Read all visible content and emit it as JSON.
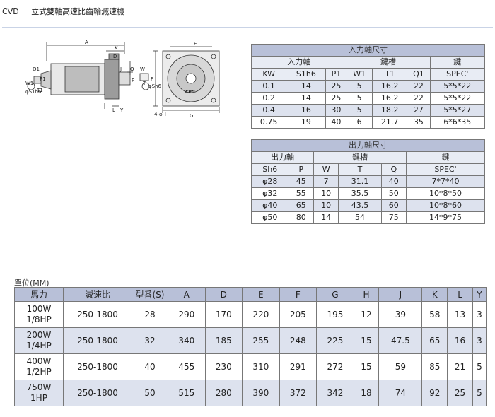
{
  "page": {
    "title_code": "CVD",
    "title_text": "立式雙軸高速比齒輪減速機"
  },
  "drawing_labels": {
    "A": "A",
    "K": "K",
    "L": "L",
    "Y": "Y",
    "D": "D",
    "J": "J",
    "Q": "Q",
    "P": "P",
    "W": "W",
    "S": "φSh6",
    "W1": "W1",
    "Q1": "Q1",
    "P1": "P1",
    "S1": "φS1h6",
    "T": "T",
    "T1": "T1",
    "E": "E",
    "F": "F",
    "G": "G",
    "H": "4-φH",
    "logo": "CPG"
  },
  "input_table": {
    "title": "入力軸尺寸",
    "group_headers": [
      "入力軸",
      "鍵槽",
      "鍵"
    ],
    "columns": [
      "KW",
      "S1h6",
      "P1",
      "W1",
      "T1",
      "Q1",
      "SPEC'"
    ],
    "rows": [
      [
        "0.1",
        "14",
        "25",
        "5",
        "16.2",
        "22",
        "5*5*22"
      ],
      [
        "0.2",
        "14",
        "25",
        "5",
        "16.2",
        "22",
        "5*5*22"
      ],
      [
        "0.4",
        "16",
        "30",
        "5",
        "18.2",
        "27",
        "5*5*27"
      ],
      [
        "0.75",
        "19",
        "40",
        "6",
        "21.7",
        "35",
        "6*6*35"
      ]
    ]
  },
  "output_table": {
    "title": "出力軸尺寸",
    "group_headers": [
      "出力軸",
      "鍵槽",
      "鍵"
    ],
    "columns": [
      "Sh6",
      "P",
      "W",
      "T",
      "Q",
      "SPEC'"
    ],
    "rows": [
      [
        "φ28",
        "45",
        "7",
        "31.1",
        "40",
        "7*7*40"
      ],
      [
        "φ32",
        "55",
        "10",
        "35.5",
        "50",
        "10*8*50"
      ],
      [
        "φ40",
        "65",
        "10",
        "43.5",
        "60",
        "10*8*60"
      ],
      [
        "φ50",
        "80",
        "14",
        "54",
        "75",
        "14*9*75"
      ]
    ]
  },
  "dimension_table": {
    "unit_label": "單位(MM)",
    "columns": [
      "馬力",
      "減速比",
      "型番(S)",
      "A",
      "D",
      "E",
      "F",
      "G",
      "H",
      "J",
      "K",
      "L",
      "Y"
    ],
    "rows": [
      {
        "power": [
          "100W",
          "1/8HP"
        ],
        "cells": [
          "250-1800",
          "28",
          "290",
          "170",
          "220",
          "205",
          "195",
          "12",
          "39",
          "58",
          "13",
          "3"
        ]
      },
      {
        "power": [
          "200W",
          "1/4HP"
        ],
        "cells": [
          "250-1800",
          "32",
          "340",
          "185",
          "255",
          "248",
          "225",
          "15",
          "47.5",
          "65",
          "16",
          "3"
        ]
      },
      {
        "power": [
          "400W",
          "1/2HP"
        ],
        "cells": [
          "250-1800",
          "40",
          "455",
          "230",
          "310",
          "291",
          "272",
          "15",
          "59",
          "85",
          "21",
          "5"
        ]
      },
      {
        "power": [
          "750W",
          "1HP"
        ],
        "cells": [
          "250-1800",
          "50",
          "515",
          "280",
          "390",
          "372",
          "342",
          "18",
          "74",
          "92",
          "25",
          "5"
        ]
      }
    ]
  }
}
